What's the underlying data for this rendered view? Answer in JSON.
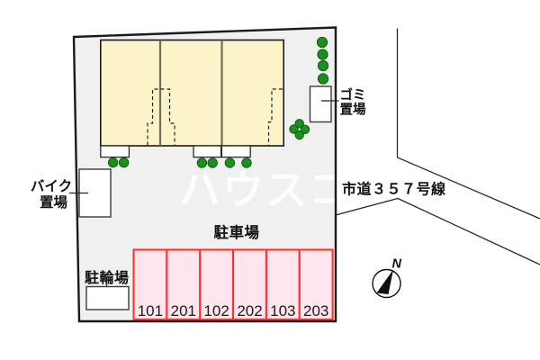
{
  "site_plan": {
    "watermark": "ハウスコ",
    "road_label": "市道３５７号線",
    "compass_north": "N",
    "areas": {
      "garbage_line1": "ゴミ",
      "garbage_line2": "置場",
      "bike_line1": "バイク",
      "bike_line2": "置場",
      "bicycle_parking": "駐輪場",
      "car_parking": "駐車場"
    },
    "parking_stalls": [
      "101",
      "201",
      "102",
      "202",
      "103",
      "203"
    ],
    "colors": {
      "site_fill": "#f0f0f0",
      "outline": "#1a1a1a",
      "building_fill": "#fbf4c8",
      "divider": "#6f6f5e",
      "tree_fill": "#1e8e1e",
      "tree_stroke": "#0b5e0b",
      "stall_fill": "#ffe5ed",
      "stall_stroke": "#ff2a2a",
      "line": "#2a2a2a",
      "text": "#111111",
      "watermark": "#ffffff"
    }
  }
}
